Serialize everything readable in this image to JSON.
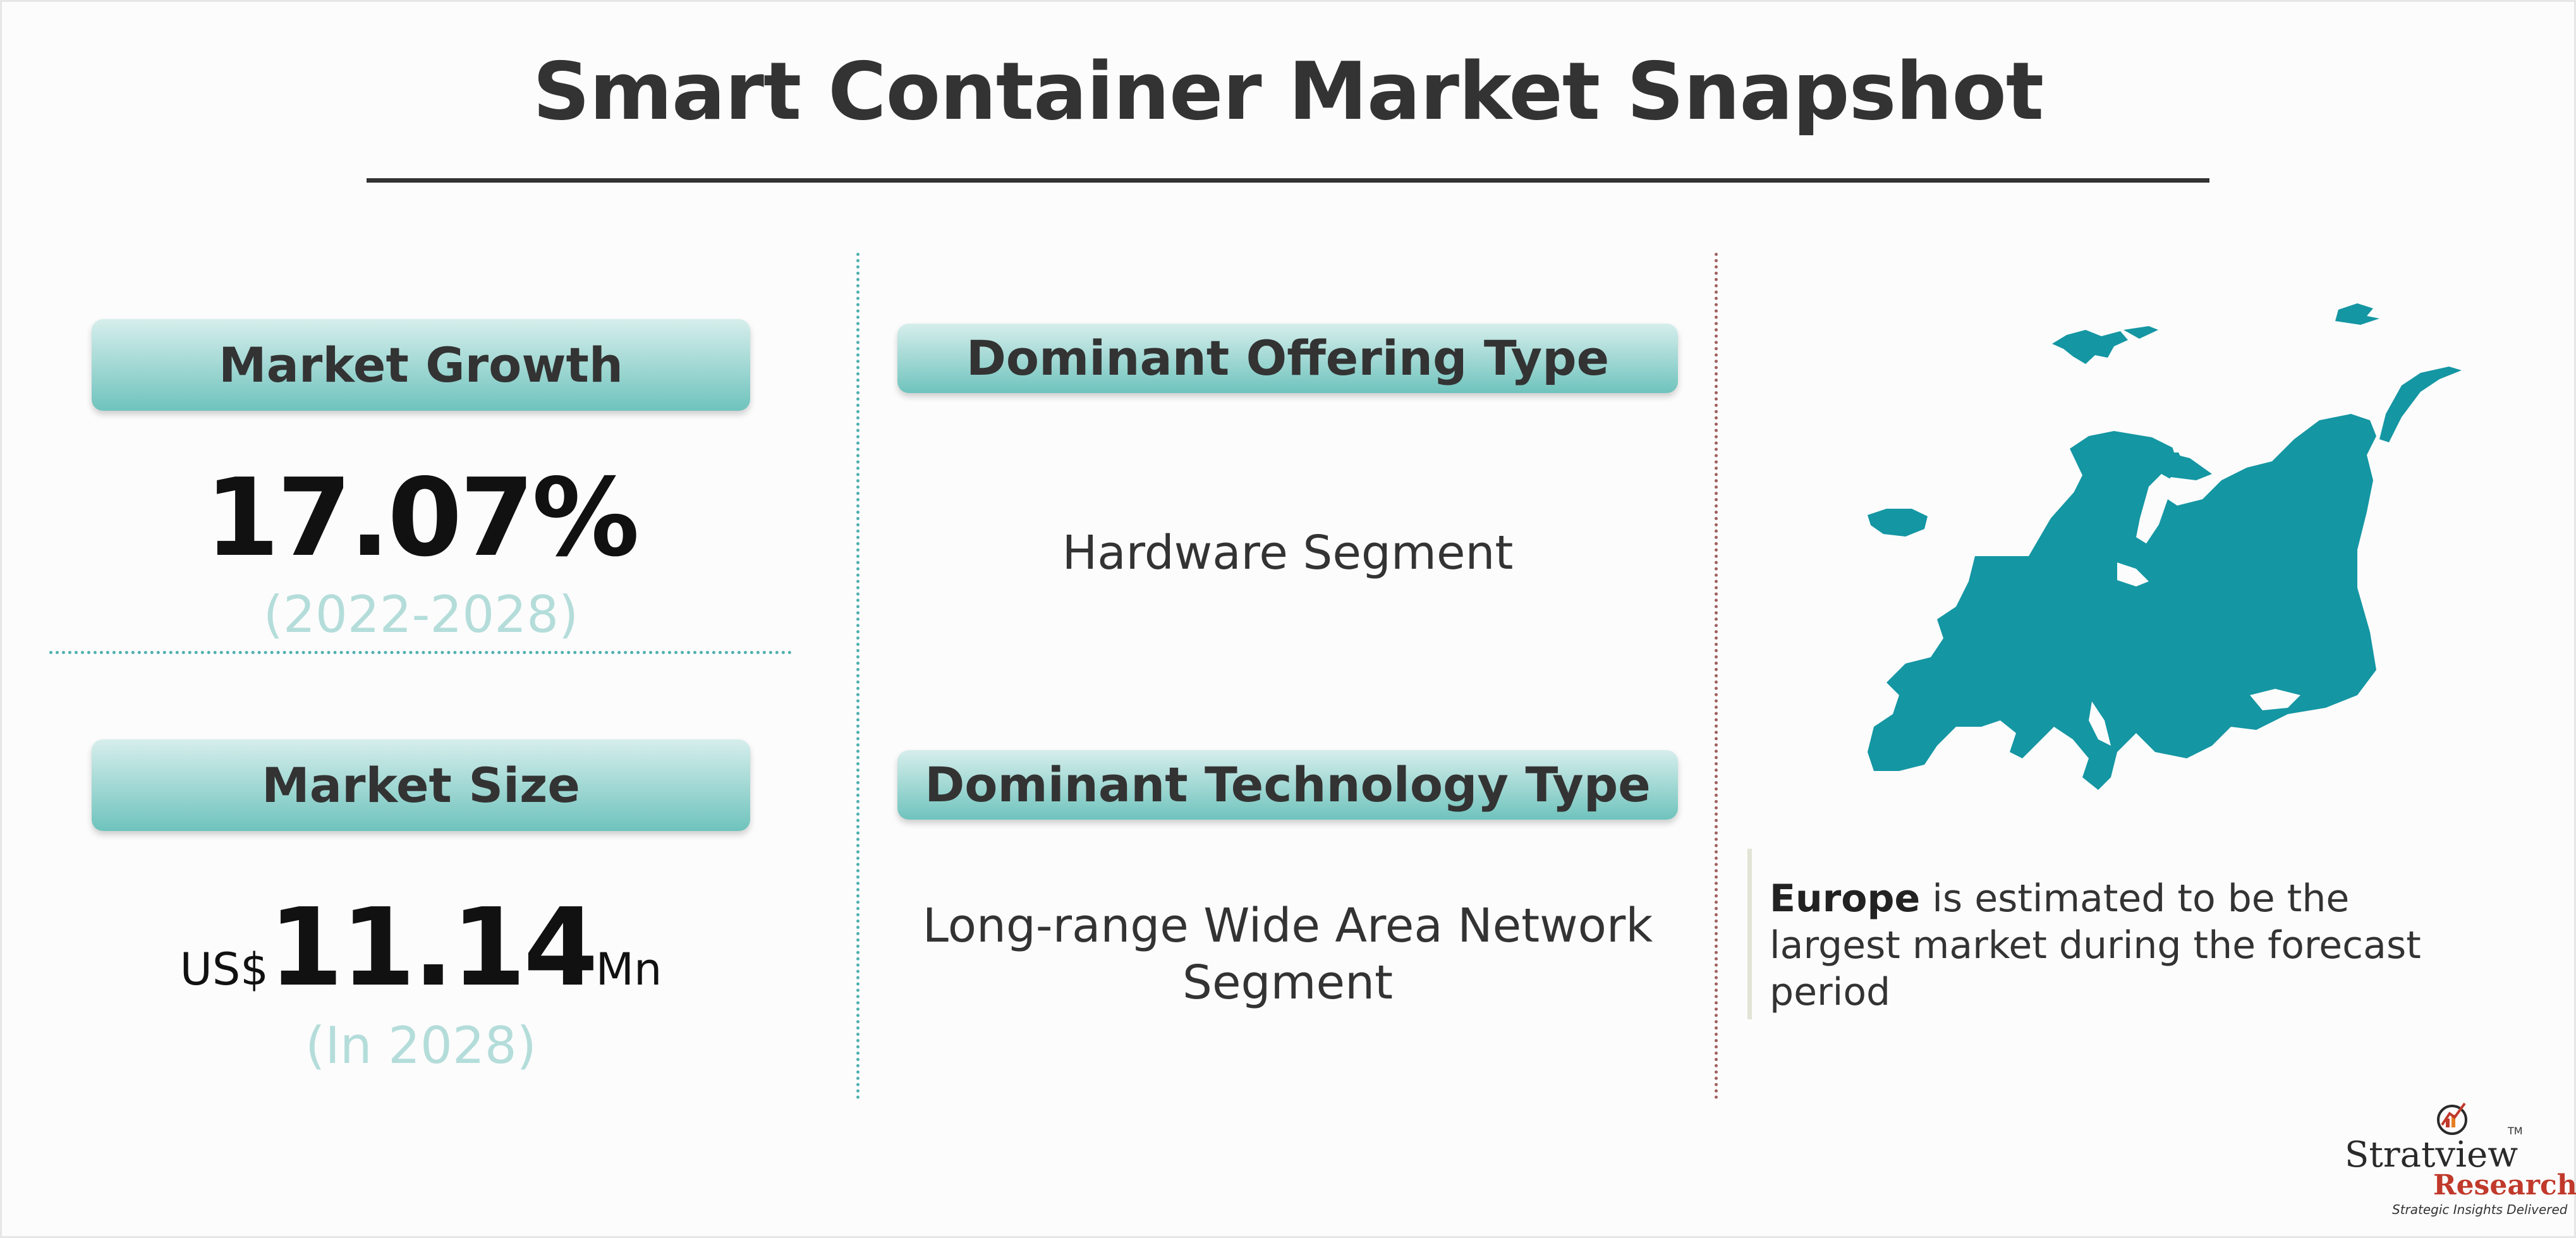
{
  "title": "Smart Container Market Snapshot",
  "market_growth": {
    "label": "Market Growth",
    "value": "17.07%",
    "period": "(2022-2028)"
  },
  "market_size": {
    "label": "Market Size",
    "currency": "US$",
    "value": "11.14",
    "unit": "Mn",
    "year_note": "(In 2028)"
  },
  "dominant_offering": {
    "label": "Dominant Offering Type",
    "value": "Hardware Segment"
  },
  "dominant_technology": {
    "label": "Dominant Technology Type",
    "value": "Long-range Wide Area Network Segment"
  },
  "region": {
    "name": "Europe",
    "text": " is estimated to be the largest market during the forecast period"
  },
  "logo": {
    "brand": "Stratview",
    "trademark": "TM",
    "subbrand": "Research",
    "tagline": "Strategic Insights Delivered"
  },
  "colors": {
    "teal": "#4fb0ae",
    "map": "#1496a3",
    "accent_red": "#c0392b"
  },
  "icons": {
    "map": "europe-map",
    "logo": "stratview-emblem"
  }
}
